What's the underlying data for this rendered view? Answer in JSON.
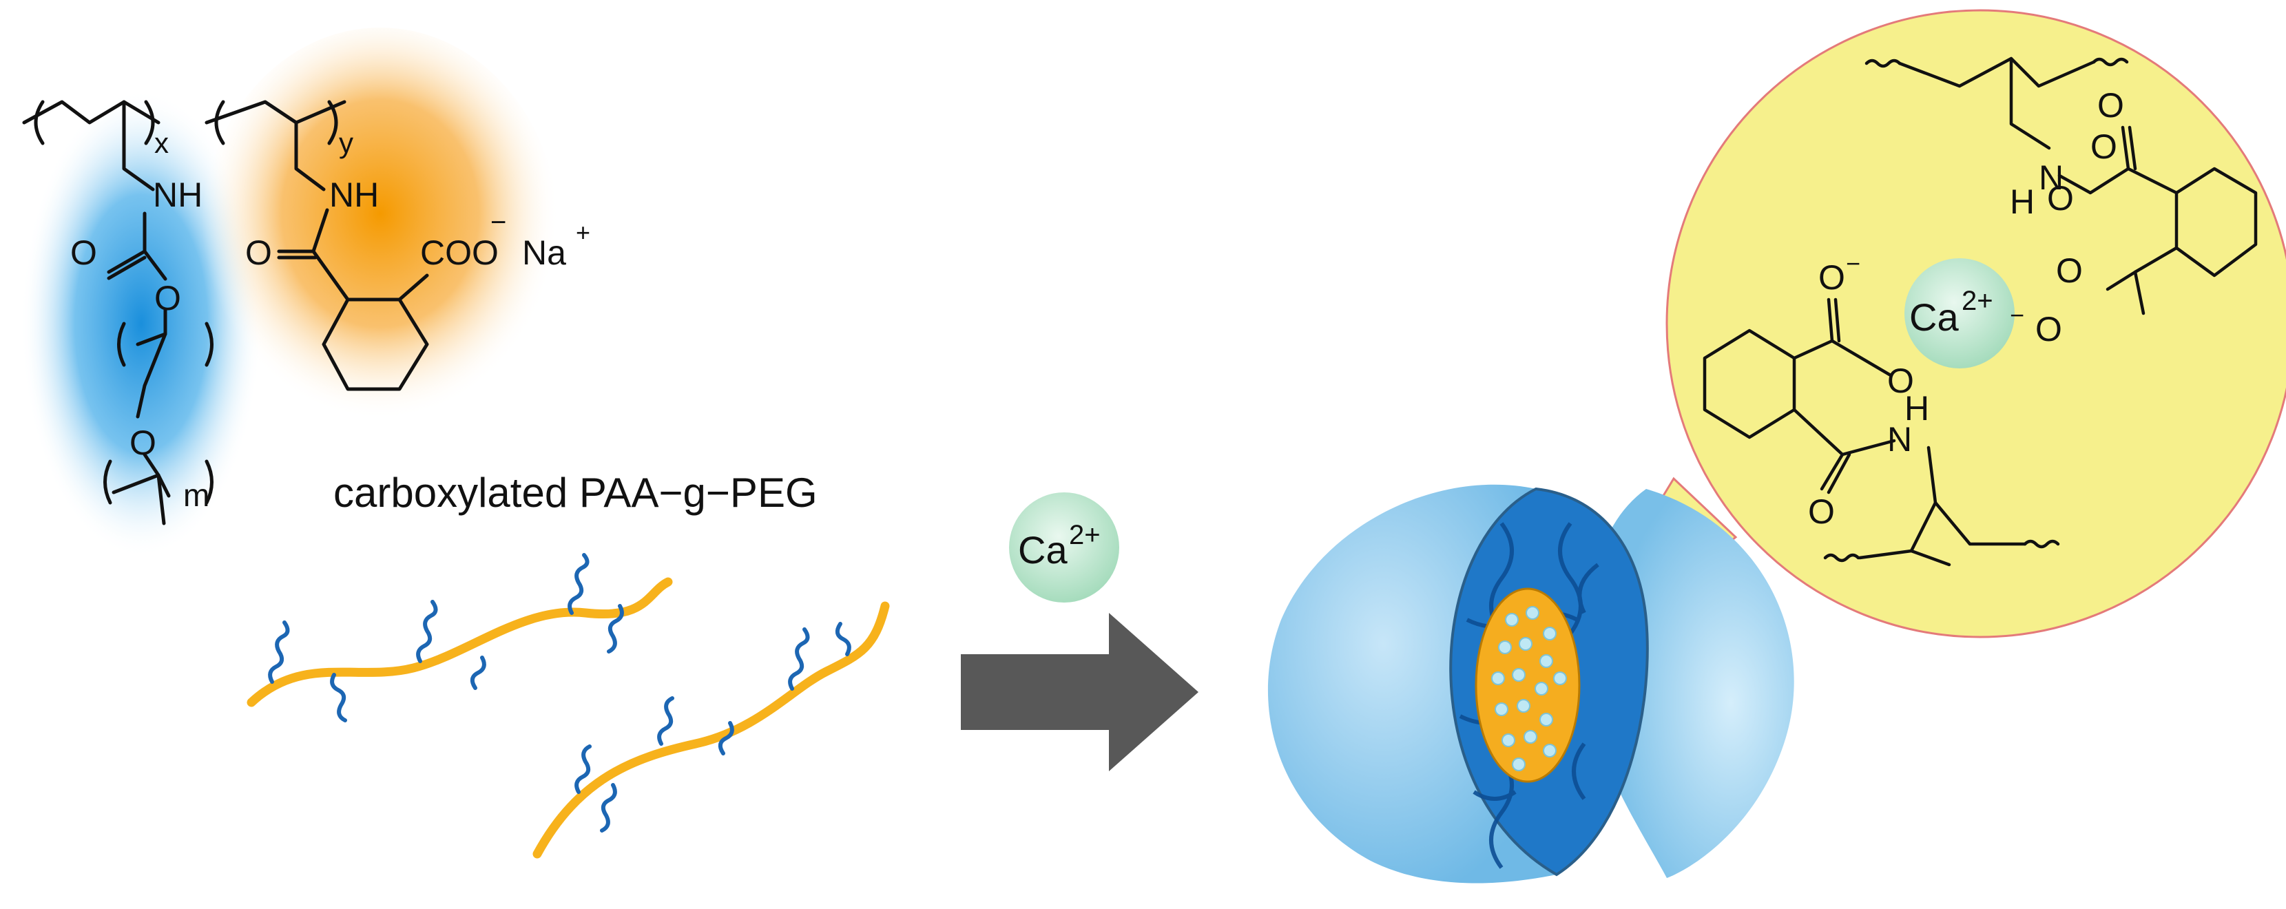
{
  "copolymer": {
    "sub_x": "x",
    "sub_y": "y",
    "sub_m": "m",
    "nh_left": "NH",
    "nh_right": "NH",
    "carbonyl_o_left": "O",
    "ester_o": "O",
    "ether_o": "O",
    "carbonyl_o_right": "O",
    "carboxylate": "COO",
    "minus": "−",
    "sodium": "Na",
    "plus": "+",
    "name": "carboxylated PAA−g−PEG"
  },
  "calcium": {
    "symbol": "Ca",
    "charge": "2+"
  },
  "complex": {
    "n_top": "N",
    "h_top": "H",
    "n_bottom": "N",
    "h_bottom": "H",
    "o_labels": [
      "O",
      "O",
      "O",
      "O",
      "O",
      "O",
      "O",
      "O"
    ],
    "minus": "−",
    "calcium_symbol": "Ca",
    "calcium_charge": "2+"
  },
  "colors": {
    "peg_blue": "#3aa0e0",
    "carboxyl_orange": "#f7a21b",
    "arrow_gray": "#585858",
    "callout_yellow": "#f6f08c",
    "calcium_green": "#cfeedd",
    "sphere_blue": "#8fcbee",
    "core_blue": "#1f78c8",
    "core_orange": "#f5ad1f"
  },
  "icons": [
    "polymer-chain-icon",
    "reaction-arrow-icon",
    "micelle-icon",
    "callout-icon",
    "calcium-ion-icon"
  ]
}
